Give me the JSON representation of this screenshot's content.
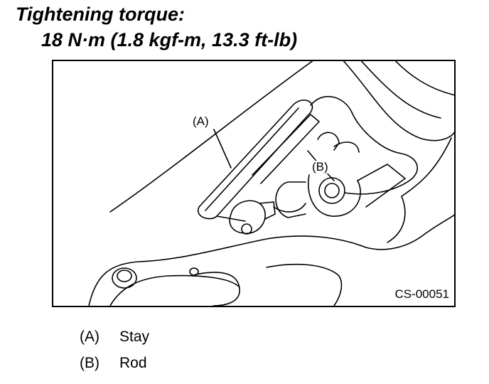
{
  "heading": {
    "title": "Tightening torque:",
    "value": "18 N·m (1.8 kgf-m, 13.3 ft-lb)"
  },
  "figure": {
    "callouts": [
      "(A)",
      "(B)"
    ],
    "code": "CS-00051"
  },
  "legend": [
    {
      "key": "(A)",
      "label": "Stay"
    },
    {
      "key": "(B)",
      "label": "Rod"
    }
  ]
}
